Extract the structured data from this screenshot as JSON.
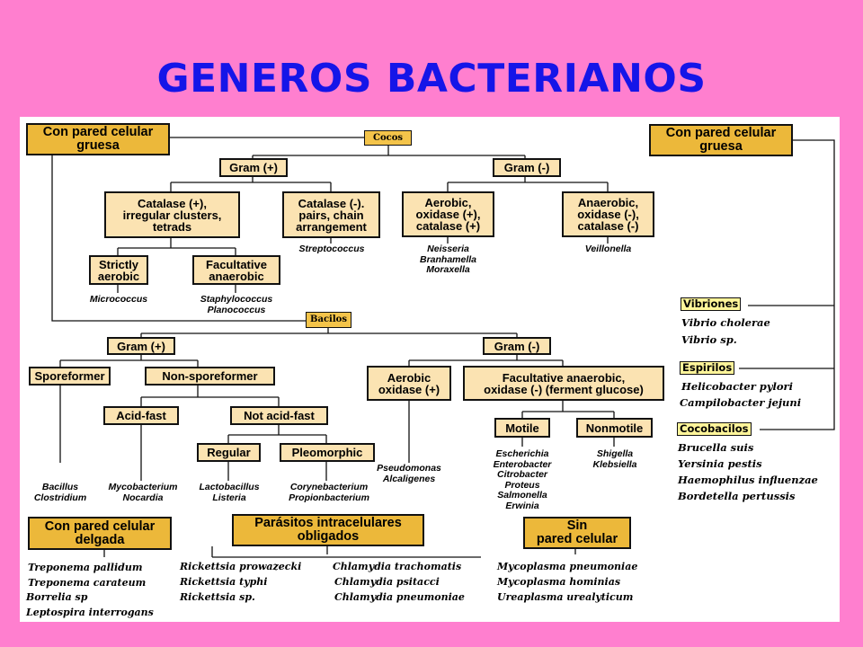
{
  "title": "GENEROS BACTERIANOS",
  "thick_wall_left": "Con pared celular\ngruesa",
  "thick_wall_right": "Con pared celular\ngruesa",
  "cocos": {
    "label": "Cocos",
    "gram_pos": {
      "label": "Gram (+)",
      "catalase_pos": "Catalase (+),\nirregular clusters,\ntetrads",
      "strictly_aerobic": "Strictly\naerobic",
      "strictly_aerobic_org": "Micrococcus",
      "facultative": "Facultative\nanaerobic",
      "facultative_org": "Staphylococcus\nPlanococcus",
      "catalase_neg": "Catalase (-).\npairs, chain\narrangement",
      "catalase_neg_org": "Streptococcus"
    },
    "gram_neg": {
      "label": "Gram (-)",
      "aerobic": "Aerobic,\noxidase (+),\ncatalase (+)",
      "aerobic_org": "Neisseria\nBranhamella\nMoraxella",
      "anaerobic": "Anaerobic,\noxidase (-),\ncatalase (-)",
      "anaerobic_org": "Veillonella"
    }
  },
  "bacilos": {
    "label": "Bacilos",
    "gram_pos": {
      "label": "Gram (+)",
      "sporeformer": "Sporeformer",
      "sporeformer_org": "Bacillus\nClostridium",
      "non_sporeformer": "Non-sporeformer",
      "acid_fast": "Acid-fast",
      "acid_fast_org": "Mycobacterium\nNocardia",
      "not_acid_fast": "Not acid-fast",
      "regular": "Regular",
      "regular_org": "Lactobacillus\nListeria",
      "pleomorphic": "Pleomorphic",
      "pleomorphic_org": "Corynebacterium\nPropionbacterium"
    },
    "gram_neg": {
      "label": "Gram (-)",
      "aerobic": "Aerobic\noxidase (+)",
      "aerobic_org": "Pseudomonas\nAlcaligenes",
      "facultative": "Facultative anaerobic,\noxidase (-) (ferment glucose)",
      "motile": "Motile",
      "motile_org": "Escherichia\nEnterobacter\nCitrobacter\nProteus\nSalmonella\nErwinia",
      "nonmotile": "Nonmotile",
      "nonmotile_org": "Shigella\nKlebsiella"
    }
  },
  "vibriones": {
    "label": "Vibriones",
    "species": [
      "Vibrio cholerae",
      "Vibrio sp."
    ]
  },
  "espirilos": {
    "label": "Espirilos",
    "species": [
      "Helicobacter pylori",
      "Campilobacter jejuni"
    ]
  },
  "cocobacilos": {
    "label": "Cocobacilos",
    "species": [
      "Brucella suis",
      "Yersinia pestis",
      "Haemophilus influenzae",
      "Bordetella pertussis"
    ]
  },
  "thin_wall": {
    "label": "Con pared celular\ndelgada",
    "species": [
      "Treponema pallidum",
      "Treponema carateum",
      "Borrelia sp",
      "Leptospira interrogans"
    ]
  },
  "intracellular": {
    "label": "Parásitos intracelulares\nobligados",
    "rickettsia": [
      "Rickettsia prowazecki",
      "Rickettsia typhi",
      "Rickettsia sp."
    ],
    "chlamydia": [
      "Chlamydia trachomatis",
      "Chlamydia psitacci",
      "Chlamydia pneumoniae"
    ]
  },
  "no_wall": {
    "label": "Sin\npared celular",
    "species": [
      "Mycoplasma pneumoniae",
      "Mycoplasma hominias",
      "Ureaplasma urealyticum"
    ]
  },
  "colors": {
    "background": "#ff7fcf",
    "title": "#1515e8",
    "panel": "#ffffff",
    "node_fill": "#fbe3b2",
    "header_fill": "#ecb83a",
    "tag_fill": "#fff59a"
  }
}
